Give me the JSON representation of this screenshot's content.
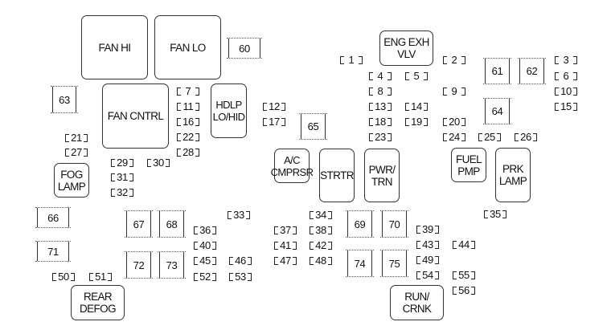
{
  "title": "Underhood Fuse Block Layout",
  "relays": {
    "fan_hi": "FAN HI",
    "fan_lo": "FAN LO",
    "fan_cntrl": "FAN CNTRL",
    "hdlp_lo_hid": [
      "HDLP",
      "LO/HID"
    ],
    "eng_exh_vlv": [
      "ENG EXH",
      "VLV"
    ],
    "fog_lamp": [
      "FOG",
      "LAMP"
    ],
    "ac_cmprsr": [
      "A/C",
      "CMPRSR"
    ],
    "strtr": "STRTR",
    "pwr_trn": [
      "PWR/",
      "TRN"
    ],
    "fuel_pmp": [
      "FUEL",
      "PMP"
    ],
    "prk_lamp": [
      "PRK",
      "LAMP"
    ],
    "rear_defog": [
      "REAR",
      "DEFOG"
    ],
    "run_crnk": [
      "RUN/",
      "CRNK"
    ]
  },
  "fuses_large": {
    "f60": "60",
    "f61": "61",
    "f62": "62",
    "f63": "63",
    "f64": "64",
    "f65": "65",
    "f66": "66",
    "f67": "67",
    "f68": "68",
    "f69": "69",
    "f70": "70",
    "f71": "71",
    "f72": "72",
    "f73": "73",
    "f74": "74",
    "f75": "75"
  },
  "fuses_mini": {
    "m1": "1",
    "m2": "2",
    "m3": "3",
    "m4": "4",
    "m5": "5",
    "m6": "6",
    "m7": "7",
    "m8": "8",
    "m9": "9",
    "m10": "10",
    "m11": "11",
    "m12": "12",
    "m13": "13",
    "m14": "14",
    "m15": "15",
    "m16": "16",
    "m17": "17",
    "m18": "18",
    "m19": "19",
    "m20": "20",
    "m21": "21",
    "m22": "22",
    "m23": "23",
    "m24": "24",
    "m25": "25",
    "m26": "26",
    "m27": "27",
    "m28": "28",
    "m29": "29",
    "m30": "30",
    "m31": "31",
    "m32": "32",
    "m33": "33",
    "m34": "34",
    "m35": "35",
    "m36": "36",
    "m37": "37",
    "m38": "38",
    "m39": "39",
    "m40": "40",
    "m41": "41",
    "m42": "42",
    "m43": "43",
    "m44": "44",
    "m45": "45",
    "m46": "46",
    "m47": "47",
    "m48": "48",
    "m49": "49",
    "m50": "50",
    "m51": "51",
    "m52": "52",
    "m53": "53",
    "m54": "54",
    "m55": "55",
    "m56": "56"
  }
}
